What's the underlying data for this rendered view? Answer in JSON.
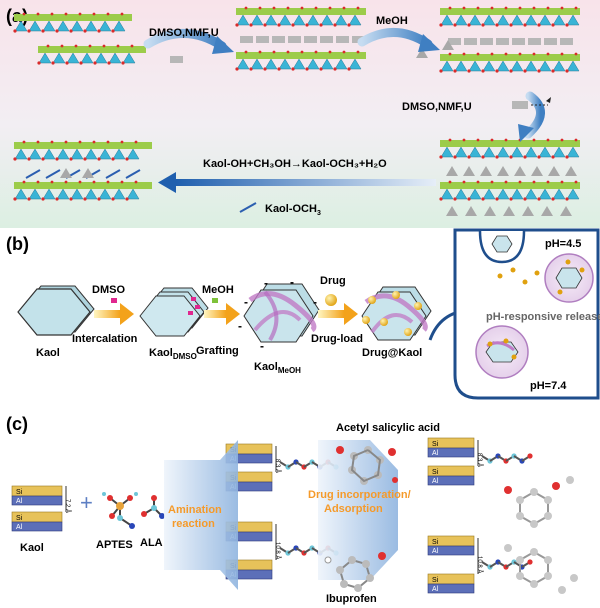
{
  "panel_a": {
    "label": "(a)",
    "step1_reagents": "DMSO,NMF,U",
    "step2_reagent": "MeOH",
    "step3_reagents": "DMSO,NMF,U",
    "reaction": "Kaol-OH+CH₃OH→Kaol-OCH₃+H₂O",
    "legend_label": "Kaol-OCH",
    "legend_sub": "3"
  },
  "panel_b": {
    "label": "(b)",
    "dmso": "DMSO",
    "intercalation": "Intercalation",
    "meoh": "MeOH",
    "grafting": "Grafting",
    "drug": "Drug",
    "drug_load": "Drug-load",
    "kaol": "Kaol",
    "kaol_dmso_main": "Kaol",
    "kaol_dmso_sub": "DMSO",
    "kaol_meoh_main": "Kaol",
    "kaol_meoh_sub": "MeOH",
    "drug_at_kaol": "Drug@Kaol",
    "ph_low": "pH=4.5",
    "ph_high": "pH=7.4",
    "release": "pH-responsive release"
  },
  "panel_c": {
    "label": "(c)",
    "kaol": "Kaol",
    "aptes": "APTES",
    "ala": "ALA",
    "amination": "Amination\nreaction",
    "amination_1": "Amination",
    "amination_2": "reaction",
    "drug_inc_1": "Drug incorporation/",
    "drug_inc_2": "Adsorption",
    "acetyl": "Acetyl salicylic acid",
    "ibuprofen": "Ibuprofen",
    "si": "Si",
    "al": "Al",
    "d_kaol": "7.2 Å",
    "d_am1": "8.3 Å",
    "d_am2": "10.8 Å",
    "d_dr1": "8.3 Å",
    "d_dr2": "10.8 Å"
  },
  "colors": {
    "arrow_blue": "#2f6db5",
    "orange_text": "#f59a2a",
    "tetra": "#39b4d6",
    "octa": "#9ccc4a",
    "layer_si": "#e7c25a",
    "layer_al": "#5c6fb8"
  }
}
